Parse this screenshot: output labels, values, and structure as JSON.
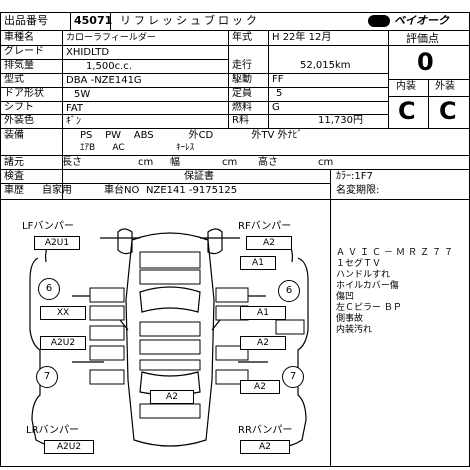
{
  "header": {
    "lot_label": "出品番号",
    "lot_number": "45071",
    "title": "リフレッシュブロック",
    "logo_text": "ベイオーク"
  },
  "spec": {
    "car_name_label": "車種名",
    "car_name": "カローラフィールダー",
    "grade_label": "グレード",
    "grade": "XHIDLTD",
    "displacement_label": "排気量",
    "displacement": "1,500c.c.",
    "model_label": "型式",
    "model": "DBA -NZE141G",
    "doors_label": "ドア形状",
    "doors": "5W",
    "shift_label": "シフト",
    "shift": "FAT",
    "color_label": "外装色",
    "color": "ｷﾞﾝ",
    "year_label": "年式",
    "year": "H 22年 12月",
    "mileage_label": "走行",
    "mileage": "52,015km",
    "drive_label": "駆動",
    "drive": "FF",
    "capacity_label": "定員",
    "capacity": "5",
    "fuel_label": "燃料",
    "fuel": "G",
    "price_label": "R料",
    "price": "11,730円"
  },
  "score": {
    "title": "評価点",
    "overall": "0",
    "interior_label": "内装",
    "exterior_label": "外装",
    "interior": "C",
    "exterior": "C"
  },
  "equipment": {
    "label": "装備",
    "line1": "PS    PW    ABS           外CD            外TV 外ﾅﾋﾞ",
    "line2": "ｴｱB      AC                  ｷｰﾚｽ"
  },
  "dims": {
    "label": "諸元",
    "length": "長さ",
    "length_unit": "cm",
    "width": "幅",
    "width_unit": "cm",
    "height": "高さ",
    "height_unit": "cm"
  },
  "inspection": {
    "shaken_label": "検査",
    "history_label": "車歴",
    "usage": "自家用",
    "chassis_label": "車台NO",
    "chassis": "NZE141 -9175125",
    "warranty": "保証書",
    "color_code": "ｶﾗｰ:1F7",
    "name_change": "名変期限:"
  },
  "diagram": {
    "lf_bumper": "LFバンパー",
    "rf_bumper": "RFバンパー",
    "lr_bumper": "LRバンパー",
    "rr_bumper": "RRバンパー",
    "code_lf": "A2U1",
    "code_rf": "A2",
    "code_a1_top": "A1",
    "circle_left_front": "6",
    "circle_right_front": "6",
    "code_xx": "XX",
    "code_a1_right": "A1",
    "code_a2u2": "A2U2",
    "code_a2_right": "A2",
    "circle_left_rear": "7",
    "circle_right_rear": "7",
    "code_a2_rear_right": "A2",
    "code_a2_center": "A2",
    "code_lr": "A2U2",
    "code_rr": "A2"
  },
  "notes": [
    "ＡＶＩＣ－ＭＲＺ７７",
    "１セグＴＶ",
    "ハンドルすれ",
    "ホイルカバー傷",
    "傷凹",
    "左Ｃピラー ＢＰ",
    "側事故",
    "内装汚れ"
  ]
}
